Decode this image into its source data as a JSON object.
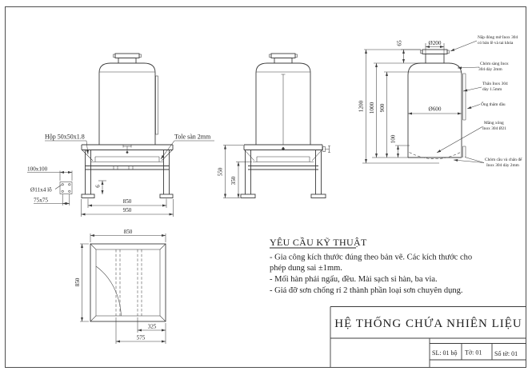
{
  "front_view": {
    "label_box": "Hộp 50x50x1.8",
    "label_floor": "Tole sàn 2mm",
    "label_foot": "100x100",
    "label_holes": "Ø11x4 lỗ",
    "label_spacing": "75x75",
    "dim_6": "6",
    "dim_850": "850",
    "dim_950": "950"
  },
  "side_view": {
    "dim_550": "550",
    "dim_350": "350"
  },
  "detail_view": {
    "dim_65": "65",
    "dim_200": "Ø200",
    "dim_1200": "1200",
    "dim_1000": "1000",
    "dim_900": "900",
    "dim_100": "100",
    "dim_600": "Ø600",
    "callouts": [
      {
        "l1": "Nắp đóng mở Inox 304",
        "l2": "có bản lề và tai khóa"
      },
      {
        "l1": "Chỏm sàng Inox",
        "l2": "304 dày 2mm"
      },
      {
        "l1": "Thân Inox 304",
        "l2": "dày 1.5mm"
      },
      {
        "l1": "Ống thăm dầu",
        "l2": ""
      },
      {
        "l1": "Măng xông",
        "l2": "Inox 304 Ø21"
      },
      {
        "l1": "Chỏm cầu và chân đế",
        "l2": "Inox 304 dày 2mm"
      }
    ]
  },
  "plan_view": {
    "dim_850_top": "850",
    "dim_850_left": "850",
    "dim_325": "325",
    "dim_575": "575"
  },
  "tech_requirements": {
    "heading": "YÊU CẦU KỸ THUẬT",
    "lines": [
      "- Gia công kích thước đúng theo bản vẽ. Các kích thước cho",
      "phép dung sai ±1mm.",
      "- Mối hàn phải ngấu, đều. Mài sạch si hàn, ba via.",
      "- Giá đỡ sơn chống rỉ 2 thành phần loại sơn chuyên dụng."
    ]
  },
  "title_block": {
    "title": "HỆ THỐNG CHỨA NHIÊN LIỆU",
    "quantity": "SL: 01 bộ",
    "sheet": "Tờ: 01",
    "sheet_total": "Số tờ: 01"
  },
  "colors": {
    "line": "#3c3c3c",
    "text": "#1f1f1f",
    "background": "#ffffff"
  }
}
